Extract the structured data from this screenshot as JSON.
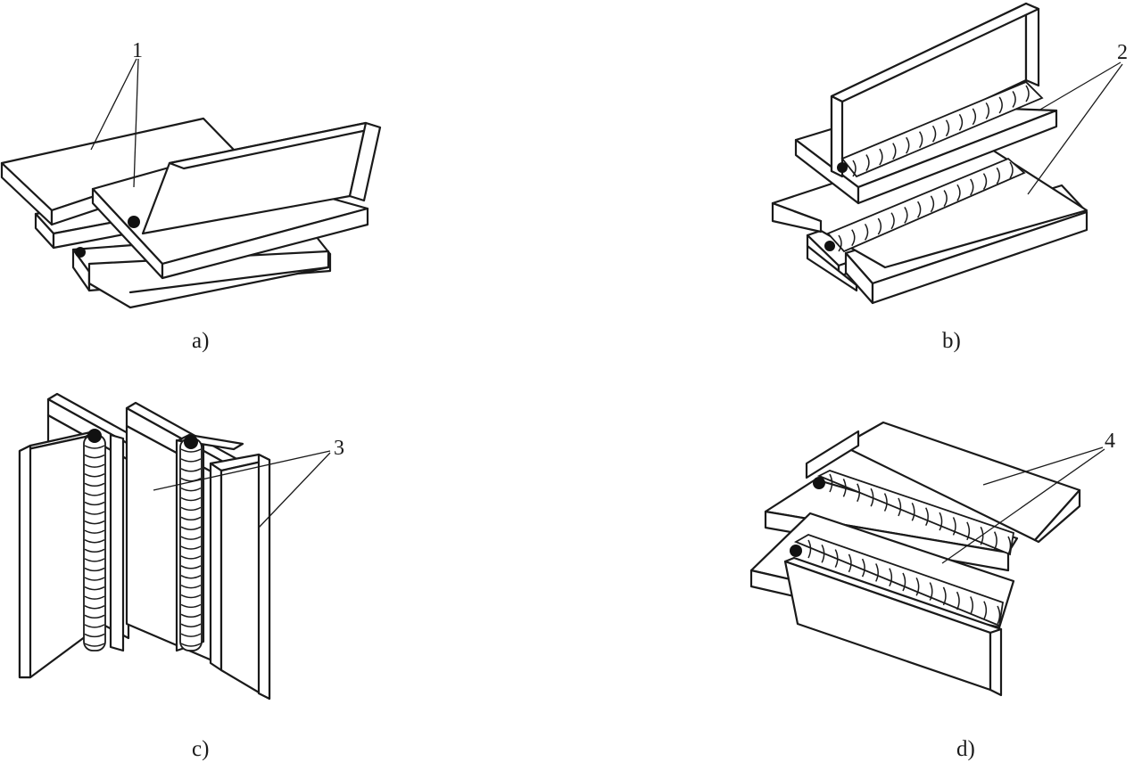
{
  "figures": [
    {
      "caption": "a)",
      "label": "1"
    },
    {
      "caption": "b)",
      "label": "2"
    },
    {
      "caption": "c)",
      "label": "3"
    },
    {
      "caption": "d)",
      "label": "4"
    }
  ]
}
